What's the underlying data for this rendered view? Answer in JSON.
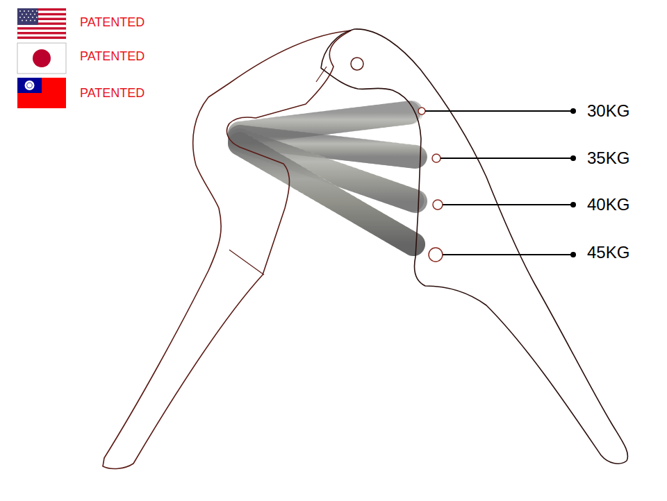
{
  "diagram": {
    "labels": [
      "PATENTED",
      "PATENTED",
      "PATENTED",
      "30KG",
      "35KG",
      "40KG",
      "45KG"
    ]
  }
}
